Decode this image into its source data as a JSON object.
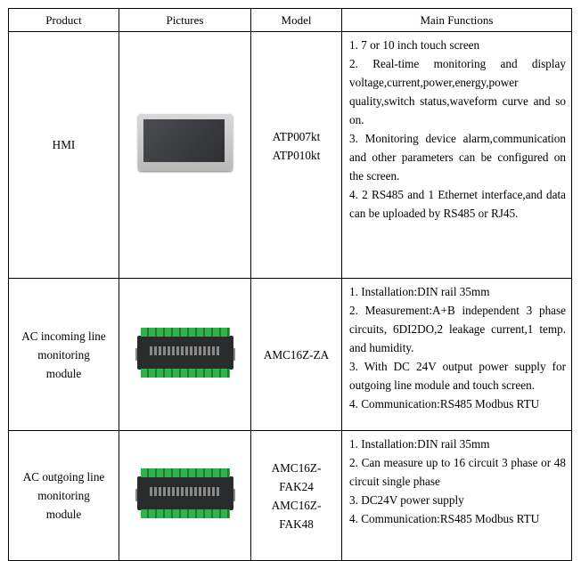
{
  "header": {
    "product": "Product",
    "pictures": "Pictures",
    "model": "Model",
    "functions": "Main Functions"
  },
  "rows": [
    {
      "product_lines": [
        "HMI"
      ],
      "picture": "hmi-touch-screen",
      "model_lines": [
        "ATP007kt",
        "ATP010kt"
      ],
      "functions": [
        "1. 7 or 10 inch touch screen",
        "2. Real-time monitoring and display voltage,current,power,energy,power quality,switch status,waveform curve and so on.",
        "3. Monitoring device alarm,communication and other parameters can be configured on the screen.",
        "4. 2 RS485 and 1 Ethernet interface,and data can be uploaded by RS485 or RJ45."
      ]
    },
    {
      "product_lines": [
        "AC incoming line",
        "monitoring",
        "module"
      ],
      "picture": "din-rail-module",
      "model_lines": [
        "AMC16Z-ZA"
      ],
      "functions": [
        "1. Installation:DIN rail 35mm",
        "2. Measurement:A+B independent 3 phase circuits, 6DI2DO,2 leakage current,1 temp. and humidity.",
        "3. With DC 24V output power supply for outgoing line module and touch screen.",
        "4. Communication:RS485 Modbus RTU"
      ]
    },
    {
      "product_lines": [
        "AC outgoing line",
        "monitoring",
        "module"
      ],
      "picture": "din-rail-module",
      "model_lines": [
        "AMC16Z-",
        "FAK24",
        "AMC16Z-",
        "FAK48"
      ],
      "functions": [
        "1. Installation:DIN rail 35mm",
        "2. Can measure up to 16 circuit 3 phase or 48 circuit single phase",
        "3. DC24V power supply",
        "4. Communication:RS485 Modbus RTU"
      ]
    }
  ]
}
